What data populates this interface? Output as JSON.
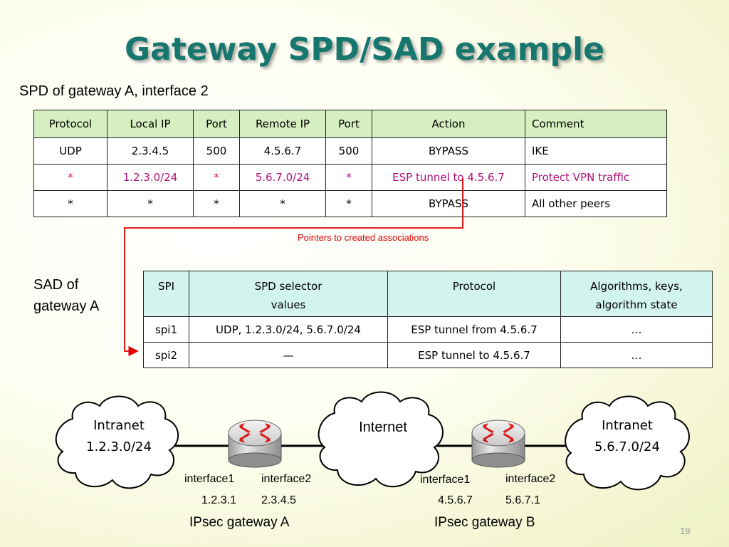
{
  "title": "Gateway SPD/SAD example",
  "spd": {
    "caption": "SPD of gateway A, interface 2",
    "headers": [
      "Protocol",
      "Local IP",
      "Port",
      "Remote IP",
      "Port",
      "Action",
      "Comment"
    ],
    "rows": [
      [
        "UDP",
        "2.3.4.5",
        "500",
        "4.5.6.7",
        "500",
        "BYPASS",
        "IKE"
      ],
      [
        "*",
        "1.2.3.0/24",
        "*",
        "5.6.7.0/24",
        "*",
        "ESP tunnel to 4.5.6.7",
        "Protect VPN traffic"
      ],
      [
        "*",
        "*",
        "*",
        "*",
        "*",
        "BYPASS",
        "All other peers"
      ]
    ]
  },
  "pointer_note": "Pointers to created associations",
  "sad": {
    "caption_line1": "SAD of",
    "caption_line2": "gateway A",
    "headers": {
      "spi": "SPI",
      "selector_line1": "SPD selector",
      "selector_line2": "values",
      "protocol": "Protocol",
      "alg_line1": "Algorithms, keys,",
      "alg_line2": "algorithm state"
    },
    "rows": [
      [
        "spi1",
        "UDP, 1.2.3.0/24, 5.6.7.0/24",
        "ESP tunnel from 4.5.6.7",
        "…"
      ],
      [
        "spi2",
        "—",
        "ESP tunnel to 4.5.6.7",
        "…"
      ]
    ]
  },
  "network": {
    "intranet_a_line1": "Intranet",
    "intranet_a_line2": "1.2.3.0/24",
    "internet": "Internet",
    "intranet_b_line1": "Intranet",
    "intranet_b_line2": "5.6.7.0/24",
    "gateway_a": {
      "label": "IPsec gateway A",
      "if1_name": "interface1",
      "if1_ip": "1.2.3.1",
      "if2_name": "interface2",
      "if2_ip": "2.3.4.5"
    },
    "gateway_b": {
      "label": "IPsec gateway B",
      "if1_name": "interface1",
      "if1_ip": "4.5.6.7",
      "if2_name": "interface2",
      "if2_ip": "5.6.7.1"
    }
  },
  "page_number": "19",
  "colors": {
    "title": "#17766e",
    "spd_header": "#d6efc1",
    "sad_header": "#d3f3ef",
    "vpn_row_text": "#b0127a",
    "pointer": "#e00000"
  }
}
